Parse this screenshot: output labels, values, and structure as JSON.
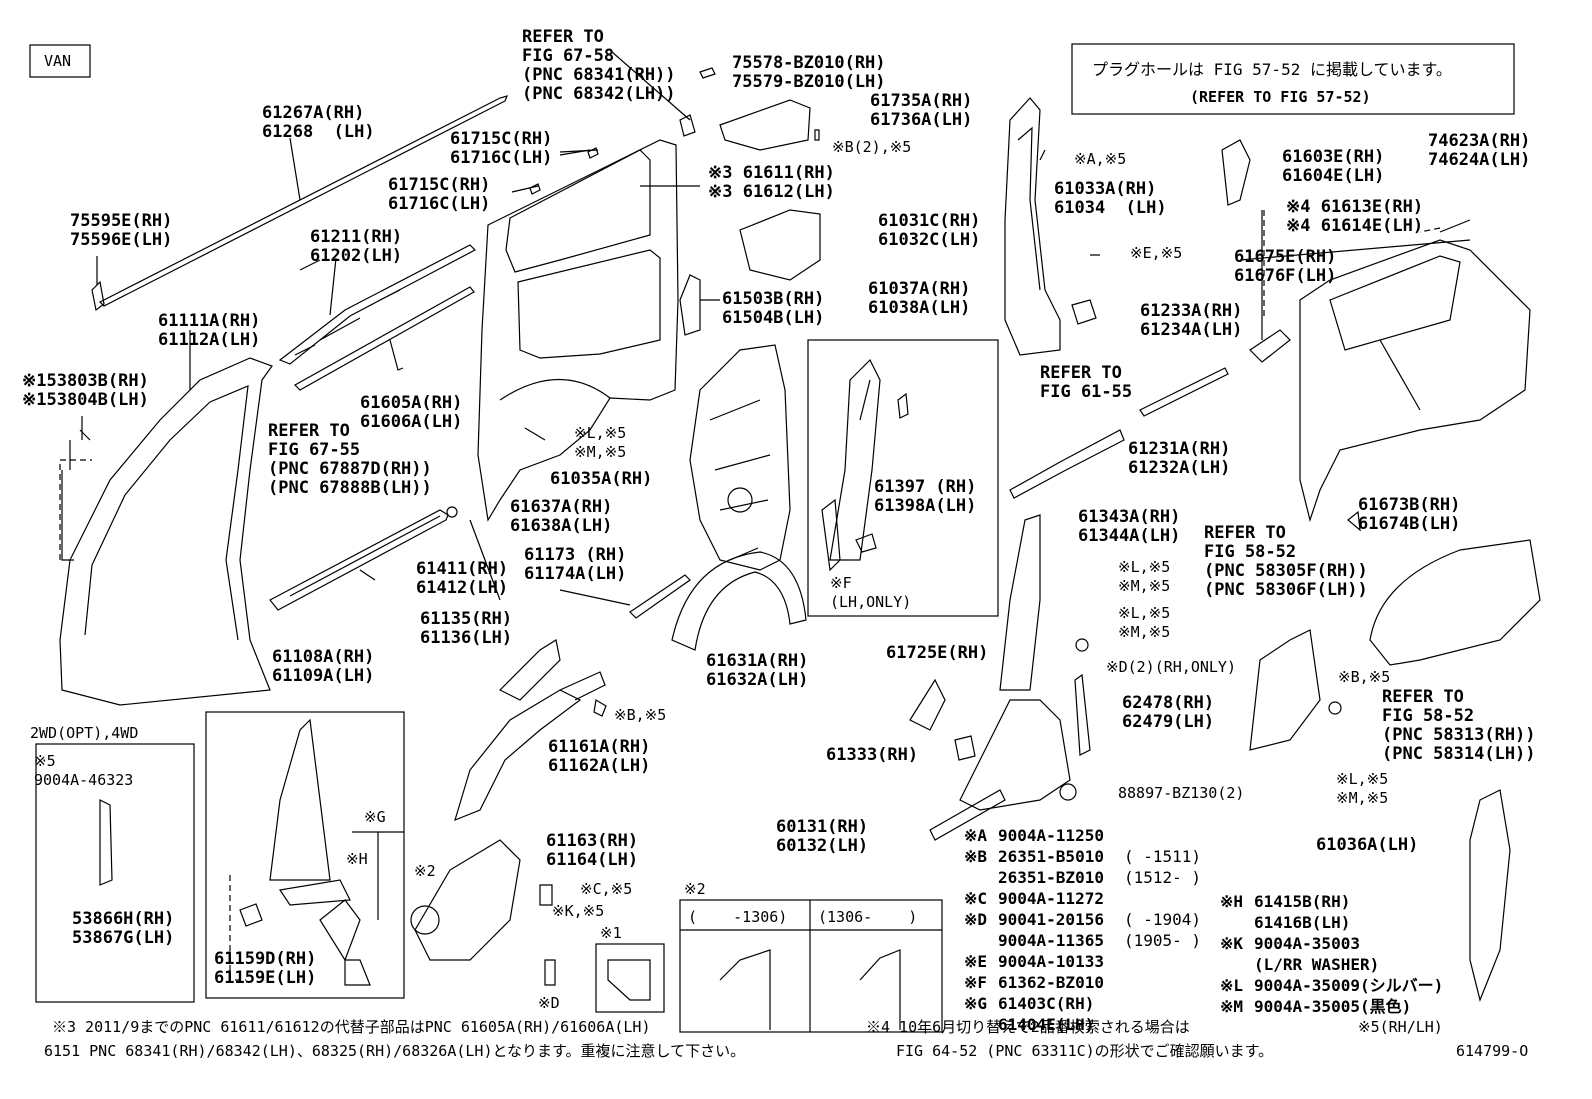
{
  "header": {
    "variant": "VAN",
    "plug_note": "プラグホールは FIG 57-52 に掲載しています。",
    "plug_note_sub": "(REFER TO FIG 57-52)"
  },
  "callouts": {
    "refer_top": [
      "REFER TO",
      "FIG 67-58",
      "(PNC 68341(RH))",
      "(PNC 68342(LH))"
    ],
    "p75578": [
      "75578-BZ010(RH)",
      "75579-BZ010(LH)"
    ],
    "p61735": [
      "61735A(RH)",
      "61736A(LH)"
    ],
    "p61267": [
      "61267A(RH)",
      "61268  (LH)"
    ],
    "p61715a": [
      "61715C(RH)",
      "61716C(LH)"
    ],
    "p61715b": [
      "61715C(RH)",
      "61716C(LH)"
    ],
    "p61611": [
      "※3 61611(RH)",
      "※3 61612(LH)"
    ],
    "p_b2": "※B(2),※5",
    "p_a5": "※A,※5",
    "p61033": [
      "61033A(RH)",
      "61034  (LH)"
    ],
    "p61603": [
      "61603E(RH)",
      "61604E(LH)"
    ],
    "p74623": [
      "74623A(RH)",
      "74624A(LH)"
    ],
    "p61613": [
      "※4 61613E(RH)",
      "※4 61614E(LH)"
    ],
    "p75595": [
      "75595E(RH)",
      "75596E(LH)"
    ],
    "p61211": [
      "61211(RH)",
      "61202(LH)"
    ],
    "p61031": [
      "61031C(RH)",
      "61032C(LH)"
    ],
    "p_e5": "※E,※5",
    "p61675": [
      "61675E(RH)",
      "61676F(LH)"
    ],
    "p61111": [
      "61111A(RH)",
      "61112A(LH)"
    ],
    "p61503": [
      "61503B(RH)",
      "61504B(LH)"
    ],
    "p61037": [
      "61037A(RH)",
      "61038A(LH)"
    ],
    "p61233": [
      "61233A(RH)",
      "61234A(LH)"
    ],
    "p153803": [
      "※153803B(RH)",
      "※153804B(LH)"
    ],
    "p61605": [
      "61605A(RH)",
      "61606A(LH)"
    ],
    "refer_6155": [
      "REFER TO",
      "FIG 61-55"
    ],
    "refer_6755": [
      "REFER TO",
      "FIG 67-55",
      "(PNC 67887D(RH))",
      "(PNC 67888B(LH))"
    ],
    "p_lm_a": [
      "※L,※5",
      "※M,※5"
    ],
    "p61035": "61035A(RH)",
    "p61231": [
      "61231A(RH)",
      "61232A(LH)"
    ],
    "p61397": [
      "61397 (RH)",
      "61398A(LH)"
    ],
    "p61637": [
      "61637A(RH)",
      "61638A(LH)"
    ],
    "p61673": [
      "61673B(RH)",
      "61674B(LH)"
    ],
    "p61343": [
      "61343A(RH)",
      "61344A(LH)"
    ],
    "refer_5852a": [
      "REFER TO",
      "FIG 58-52",
      "(PNC 58305F(RH))",
      "(PNC 58306F(LH))"
    ],
    "p61411": [
      "61411(RH)",
      "61412(LH)"
    ],
    "p61173": [
      "61173 (RH)",
      "61174A(LH)"
    ],
    "p_lm_b": [
      "※L,※5",
      "※M,※5"
    ],
    "p_lm_c": [
      "※L,※5",
      "※M,※5"
    ],
    "p_f": [
      "※F",
      "(LH,ONLY)"
    ],
    "p61135": [
      "61135(RH)",
      "61136(LH)"
    ],
    "p61108": [
      "61108A(RH)",
      "61109A(LH)"
    ],
    "p61631": [
      "61631A(RH)",
      "61632A(LH)"
    ],
    "p61725": "61725E(RH)",
    "p_d2": "※D(2)(RH,ONLY)",
    "p_b5a": "※B,※5",
    "p_b5b": "※B,※5",
    "refer_5852b": [
      "REFER TO",
      "FIG 58-52",
      "(PNC 58313(RH))",
      "(PNC 58314(LH))"
    ],
    "p62478": [
      "62478(RH)",
      "62479(LH)"
    ],
    "opt_title": "2WD(OPT),4WD",
    "opt_part": [
      "※5",
      "9004A-46323"
    ],
    "opt_bottom": [
      "53866H(RH)",
      "53867G(LH)"
    ],
    "p61161": [
      "61161A(RH)",
      "61162A(LH)"
    ],
    "p61333": "61333(RH)",
    "p88897": "88897-BZ130(2)",
    "p_lm_d": [
      "※L,※5",
      "※M,※5"
    ],
    "p_g": "※G",
    "p_h": "※H",
    "p61163": [
      "61163(RH)",
      "61164(LH)"
    ],
    "p60131": [
      "60131(RH)",
      "60132(LH)"
    ],
    "p61036": "61036A(LH)",
    "p_c5": "※C,※5",
    "p_k5": "※K,※5",
    "p_2a": "※2",
    "p_2b": "※2",
    "p_1": "※1",
    "p_d": "※D",
    "p61159": [
      "61159D(RH)",
      "61159E(LH)"
    ],
    "box2_left": "(    -1306)",
    "box2_right": "(1306-    )"
  },
  "legend": {
    "left_rows": [
      [
        "※A",
        "9004A-11250",
        ""
      ],
      [
        "※B",
        "26351-B5010",
        "(    -1511)"
      ],
      [
        "",
        "26351-BZ010",
        "(1512-    )"
      ],
      [
        "※C",
        "9004A-11272",
        ""
      ],
      [
        "※D",
        "90041-20156",
        "(    -1904)"
      ],
      [
        "",
        "9004A-11365",
        "(1905-    )"
      ],
      [
        "※E",
        "9004A-10133",
        ""
      ],
      [
        "※F",
        "61362-BZ010",
        ""
      ],
      [
        "※G",
        "61403C(RH)",
        ""
      ],
      [
        "",
        "61404E(LH)",
        ""
      ]
    ],
    "right_rows": [
      [
        "※H",
        "61415B(RH)"
      ],
      [
        "",
        "61416B(LH)"
      ],
      [
        "※K",
        "9004A-35003"
      ],
      [
        "",
        "(L/RR WASHER)"
      ],
      [
        "※L",
        "9004A-35009(シルバー)"
      ],
      [
        "※M",
        "9004A-35005(黒色)"
      ]
    ]
  },
  "footer": {
    "note3_line1": "※3 2011/9までのPNC 61611/61612の代替子部品はPNC 61605A(RH)/61606A(LH)",
    "note3_line2": "6151 PNC 68341(RH)/68342(LH)、68325(RH)/68326A(LH)となります。重複に注意して下さい。",
    "note4_line1": "※4 10年6月切り替えで2品番検索される場合は",
    "note4_line2": "FIG 64-52 (PNC 63311C)の形状でご確認願います。",
    "note5": "※5(RH/LH)",
    "ref_code": "614799-O"
  }
}
